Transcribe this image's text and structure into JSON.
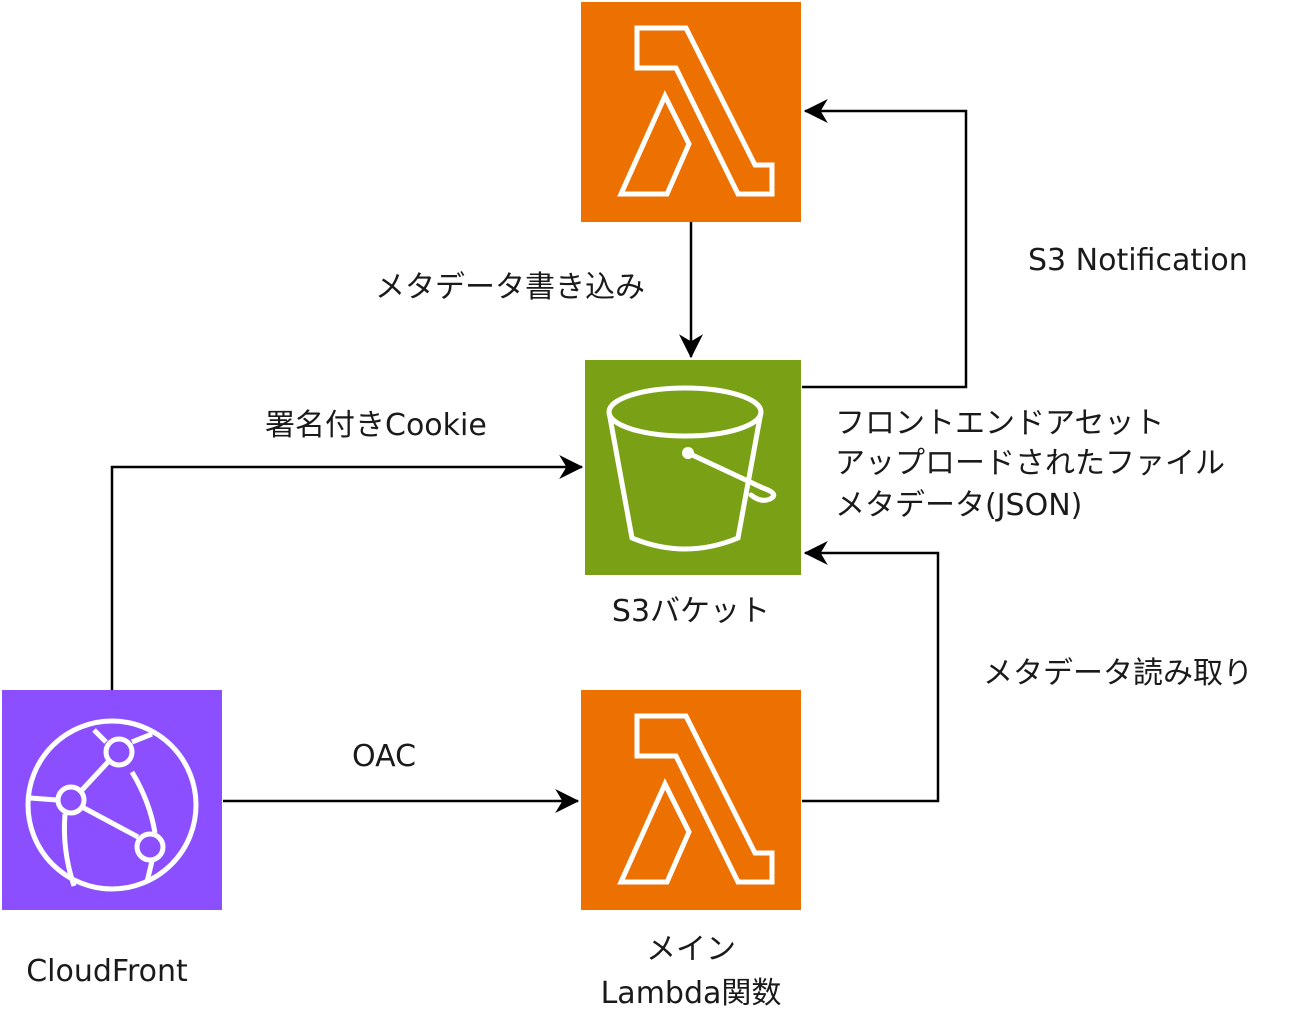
{
  "diagram": {
    "colors": {
      "lambda": "#ED7100",
      "s3": "#7AA116",
      "cloudfront": "#8C4FFF",
      "icon_stroke": "#FFFFFF",
      "edge": "#000000"
    },
    "nodes": {
      "lambda_top": {
        "service": "AWS Lambda",
        "icon": "lambda-icon",
        "label": ""
      },
      "s3": {
        "service": "Amazon S3",
        "icon": "s3-bucket-icon",
        "label": "S3バケット"
      },
      "cloudfront": {
        "service": "Amazon CloudFront",
        "icon": "cloudfront-icon",
        "label": "CloudFront"
      },
      "lambda_main": {
        "service": "AWS Lambda",
        "icon": "lambda-icon",
        "label_lines": [
          "メイン",
          "Lambda関数"
        ]
      }
    },
    "s3_contents": [
      "フロントエンドアセット",
      "アップロードされたファイル",
      "メタデータ(JSON)"
    ],
    "edges": [
      {
        "from": "lambda_top",
        "to": "s3",
        "label": "メタデータ書き込み"
      },
      {
        "from": "s3",
        "to": "lambda_top",
        "label": "S3 Notification"
      },
      {
        "from": "cloudfront",
        "to": "s3",
        "label": "署名付きCookie"
      },
      {
        "from": "cloudfront",
        "to": "lambda_main",
        "label": "OAC"
      },
      {
        "from": "lambda_main",
        "to": "s3",
        "label": "メタデータ読み取り"
      }
    ]
  }
}
